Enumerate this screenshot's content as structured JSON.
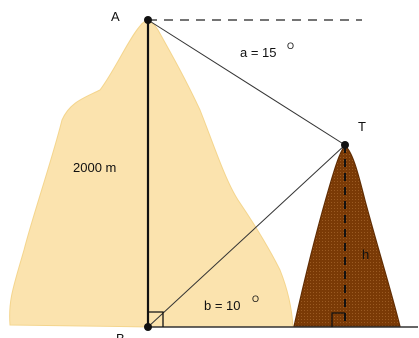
{
  "labels": {
    "point_a": "A",
    "point_b": "B",
    "point_t": "T",
    "height_main": "2000 m",
    "height_small": "h",
    "angle_a_text": "a = 15",
    "angle_b_text": "b = 10",
    "degree_mark": "O"
  },
  "colors": {
    "big_mountain": "#fbe3ae",
    "small_hill": "#7a3a06",
    "line": "#111111",
    "thin_line": "#333333"
  }
}
